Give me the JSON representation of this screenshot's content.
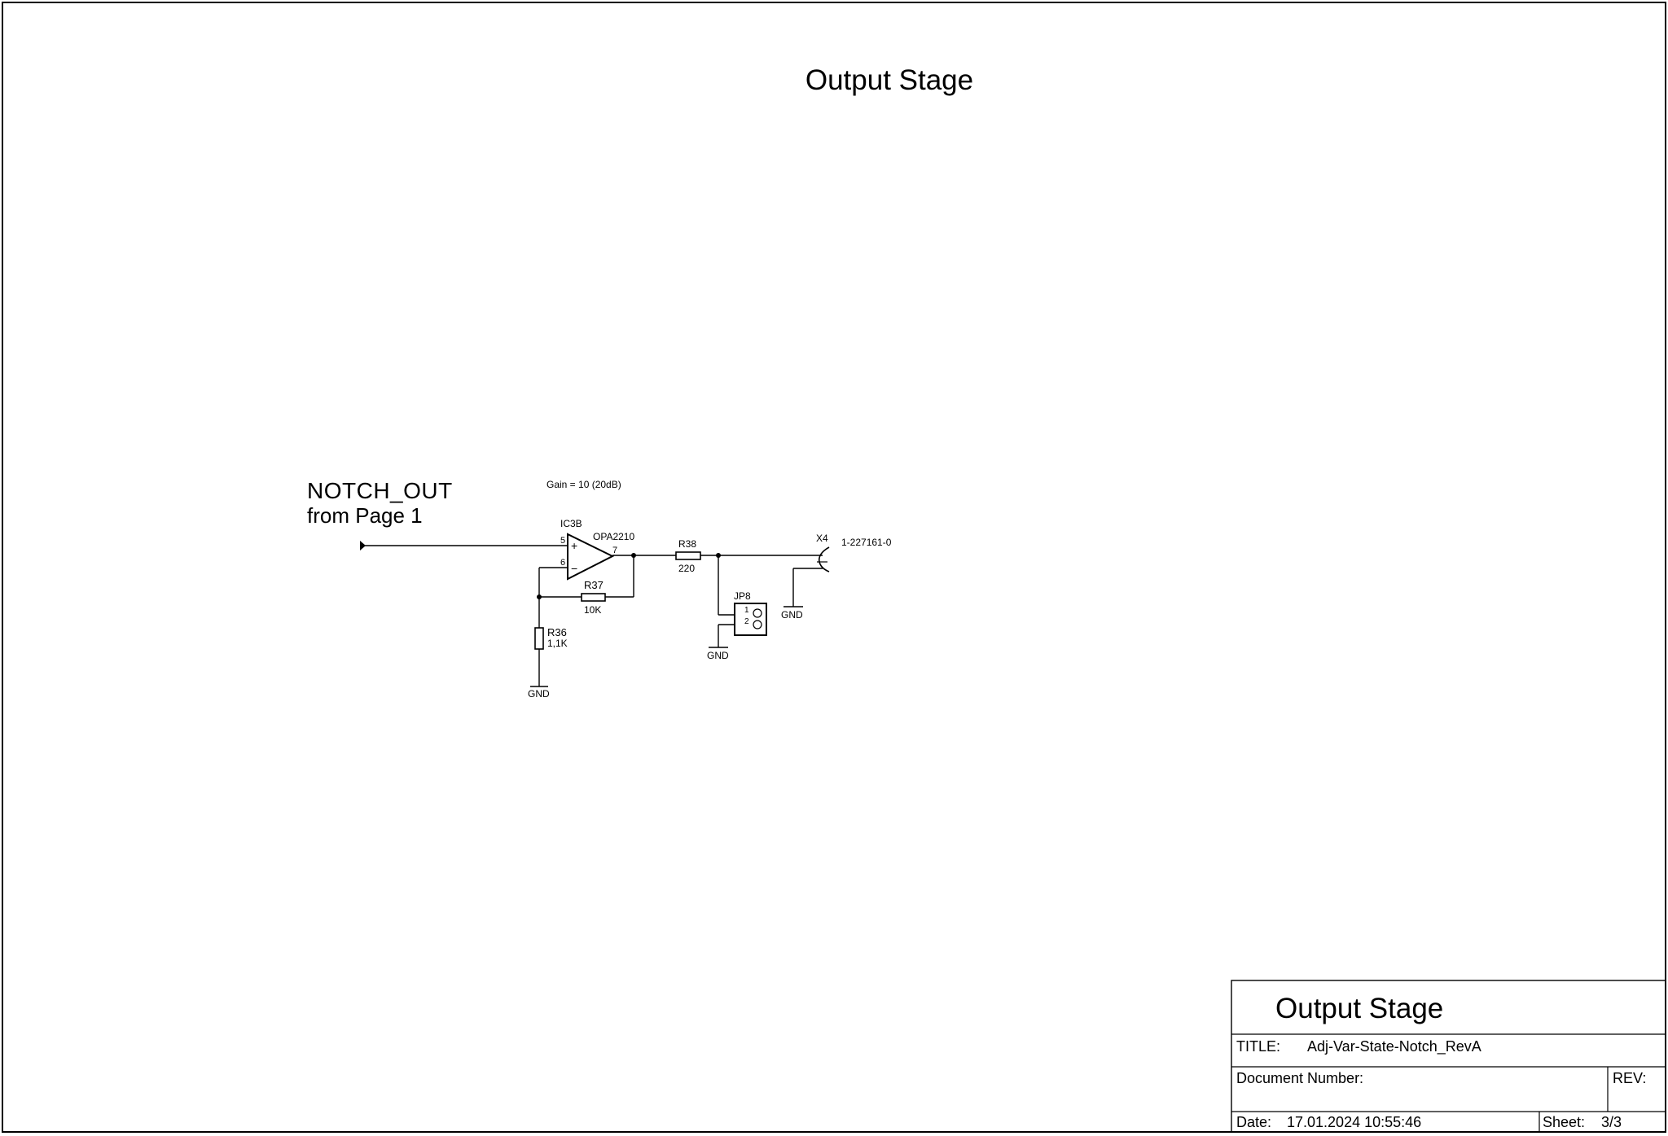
{
  "sheet": {
    "heading": "Output Stage"
  },
  "net": {
    "name": "NOTCH_OUT",
    "source": "from Page 1"
  },
  "opamp": {
    "ref": "IC3B",
    "part": "OPA2210",
    "note": "Gain = 10 (20dB)",
    "pin_noninv": "5",
    "pin_inv": "6",
    "pin_out": "7",
    "plus_sign": "+",
    "minus_sign": "−"
  },
  "resistors": {
    "r37": {
      "ref": "R37",
      "value": "10K"
    },
    "r36": {
      "ref": "R36",
      "value": "1,1K"
    },
    "r38": {
      "ref": "R38",
      "value": "220"
    }
  },
  "jumper": {
    "ref": "JP8",
    "pin1": "1",
    "pin2": "2"
  },
  "connector": {
    "ref": "X4",
    "part": "1-227161-0"
  },
  "ground_label": "GND",
  "title_block": {
    "heading": "Output Stage",
    "title_label": "TITLE:",
    "title_value": "Adj-Var-State-Notch_RevA",
    "docnum_label": "Document Number:",
    "rev_label": "REV:",
    "date_label": "Date:",
    "date_value": "17.01.2024 10:55:46",
    "sheet_label": "Sheet:",
    "sheet_value": "3/3"
  }
}
